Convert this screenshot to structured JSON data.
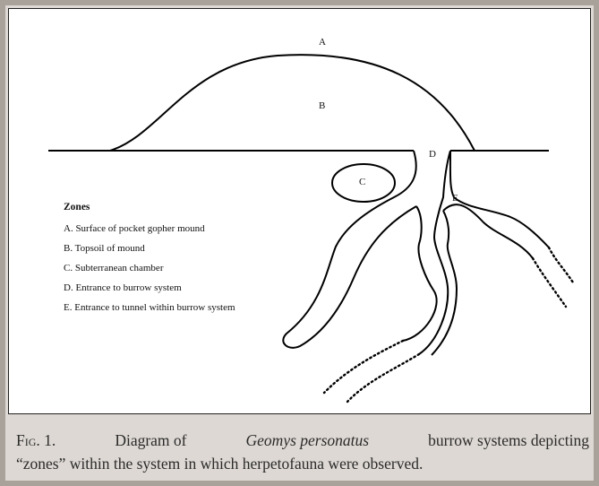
{
  "diagram": {
    "zones": {
      "A": "A",
      "B": "B",
      "C": "C",
      "D": "D",
      "E": "E"
    },
    "legend_title": "Zones",
    "legend_items": [
      "A. Surface of pocket gopher mound",
      "B. Topsoil of mound",
      "C. Subterranean chamber",
      "D. Entrance to burrow system",
      "E. Entrance to tunnel within burrow system"
    ]
  },
  "caption": {
    "fig_label": "Fig. 1.",
    "text_before_species": "Diagram of",
    "species": "Geomys personatus",
    "text_after_species_line1": "burrow systems depicting",
    "line2": "“zones” within the system in which herpetofauna were observed."
  },
  "colors": {
    "frame_border": "#a9a29b",
    "background": "#ddd8d3",
    "ink": "#111111"
  }
}
